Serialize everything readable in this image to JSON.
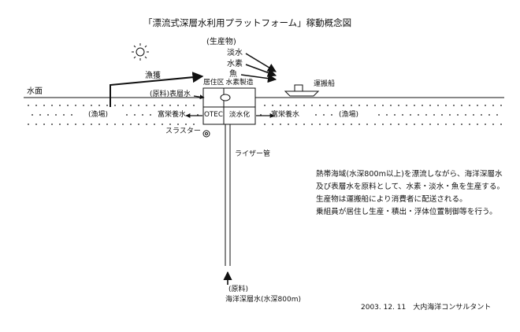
{
  "title": "「漂流式深層水利用プラットフォーム」稼動概念図",
  "products": {
    "heading": "(生産物)",
    "items": [
      "淡水",
      "水素",
      "魚"
    ]
  },
  "labels": {
    "fishing": "漁獲",
    "sea_surface": "水面",
    "raw_surface": "(原料)表層水",
    "fishing_ground_left": "(漁場)",
    "fishing_ground_right": "(漁場)",
    "nutrient_left": "富栄養水",
    "nutrient_right": "富栄養水",
    "thruster": "スラスター",
    "riser": "ライザー管",
    "transport_ship": "運搬船",
    "raw_deep_heading": "(原料)",
    "raw_deep_water": "海洋深層水(水深800m)"
  },
  "platform": {
    "cells_top": [
      "居住区",
      "水素製造"
    ],
    "cells_bottom": [
      "OTEC",
      "淡水化"
    ]
  },
  "description": [
    "熱帯海域(水深800m以上)を漂流しながら、海洋深層水",
    "及び表層水を原料として、水素・淡水・魚を生産する。",
    "生産物は運搬船により消費者に配送される。",
    "乗組員が居住し生産・積出・浮体位置制御等を行う。"
  ],
  "footer": "2003. 12. 11　大内海洋コンサルタント",
  "icons": {
    "sun": "sun-icon",
    "ship": "transport-ship-icon",
    "thruster": "thruster-icon"
  }
}
